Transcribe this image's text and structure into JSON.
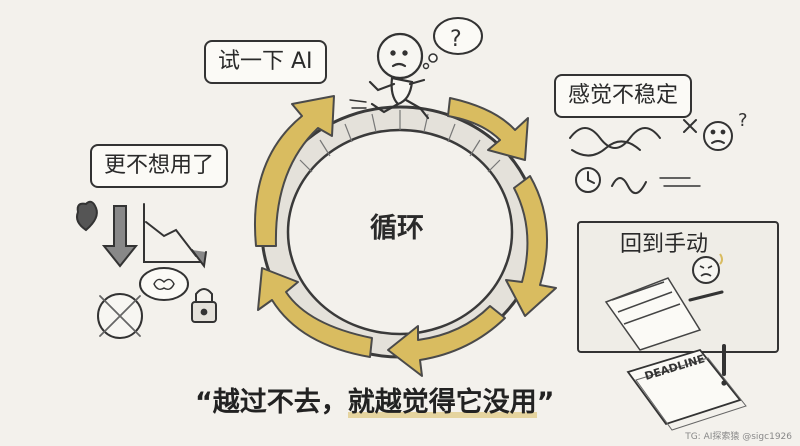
{
  "center_label": "循环",
  "steps": {
    "try": "试一下 AI",
    "unstable": "感觉不稳定",
    "manual": "回到手动",
    "quit": "更不想用了"
  },
  "thought_bubble": "?",
  "doodle_mark": "?",
  "deadline_text": "DEADLINE",
  "quote": {
    "open": "“越过不去，",
    "highlight": "就越觉得它没用",
    "close": "”"
  },
  "watermark": "TG: AI探索猿 @sigc1926",
  "colors": {
    "arrow": "#d9bc60",
    "ink": "#2a2a2a",
    "paper": "#f3f1ec"
  }
}
